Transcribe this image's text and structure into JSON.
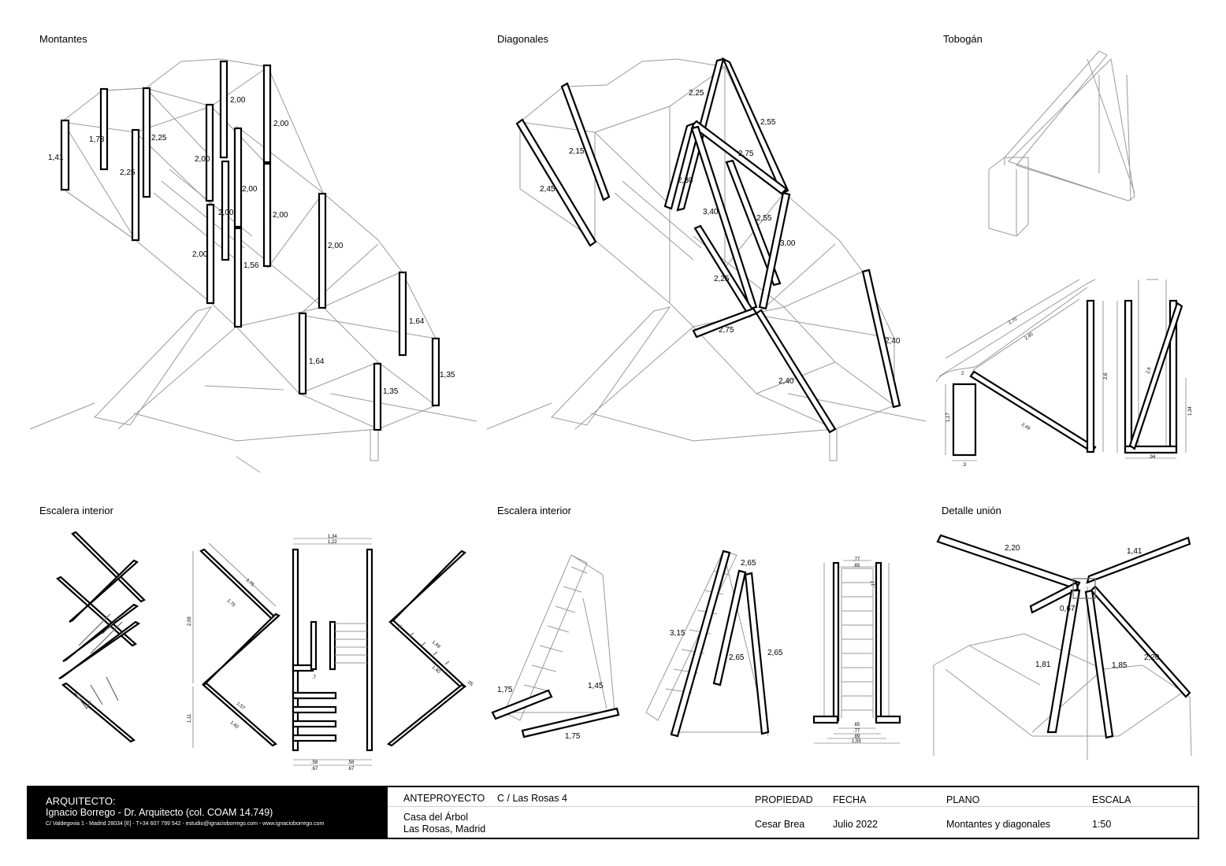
{
  "panels": {
    "montantes": "Montantes",
    "diagonales": "Diagonales",
    "tobogan": "Tobogán",
    "escalera1": "Escalera interior",
    "escalera2": "Escalera interior",
    "detalle": "Detalle unión"
  },
  "montantes_dims": [
    "1,41",
    "1,73",
    "2,25",
    "2,25",
    "2,00",
    "2,00",
    "2,00",
    "2,00",
    "2,00",
    "2,00",
    "2,00",
    "1,56",
    "2,00",
    "1,64",
    "1,64",
    "1,35",
    "1,35"
  ],
  "diagonales_dims": [
    "2,25",
    "2,55",
    "2,15",
    "2,75",
    "2,45",
    "2,30",
    "3,40",
    "2,55",
    "3,00",
    "2,25",
    "2,75",
    "2,40",
    "2,40"
  ],
  "tobogan_dims": [
    "2,70",
    "2,45",
    "2",
    "2,49",
    "1,17",
    ".3",
    "2,6",
    "2,6",
    "1,34",
    ".94"
  ],
  "escalera1_dims": [
    "1,75",
    "1,75",
    "2,09",
    "1,11",
    "1,57",
    "1,60",
    "1,34",
    "1,22",
    ".7",
    ".58",
    ".58",
    ".67",
    ".67",
    "1,69",
    "1,40",
    ".05"
  ],
  "escalera2_dims": [
    "2,65",
    "3,15",
    "2,65",
    "2,65",
    "1,75",
    "1,45",
    "1,75",
    ".77",
    ".65",
    ".17",
    ".65",
    ".77",
    ".89",
    "1,55"
  ],
  "detalle_dims": [
    "2,20",
    "1,41",
    "0,67",
    "2,20",
    "1,81",
    "1,85"
  ],
  "title_block": {
    "arquitecto_label": "ARQUITECTO:",
    "arquitecto_name": "Ignacio Borrego - Dr. Arquitecto (col. COAM 14.749)",
    "arquitecto_contact": "C/ Valdegovia 1 - Madrid 28034 [E]  - T+34 607 799 542 - estudio@ignacioborrego.com - www.ignacioborrego.com",
    "anteproyecto_label": "ANTEPROYECTO",
    "anteproyecto_value": "C / Las Rosas 4",
    "project_line1": "Casa del Árbol",
    "project_line2": "Las Rosas, Madrid",
    "propiedad_label": "PROPIEDAD",
    "propiedad_value": "Cesar Brea",
    "fecha_label": "FECHA",
    "fecha_value": "Julio 2022",
    "plano_label": "PLANO",
    "plano_value": "Montantes y diagonales",
    "escala_label": "ESCALA",
    "escala_value": "1:50"
  }
}
